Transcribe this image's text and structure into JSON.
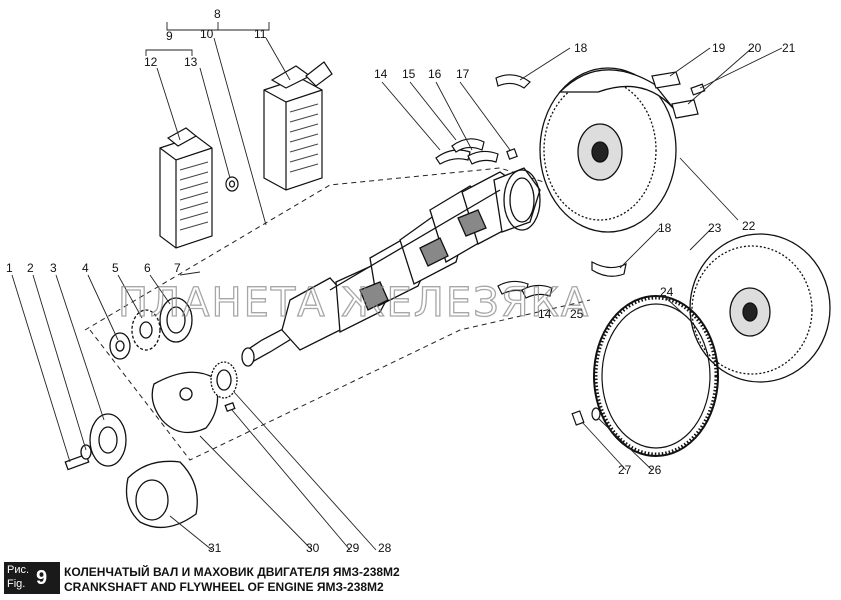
{
  "watermark": "ПЛАНЕТА ЖЕЛЕЗЯКА",
  "callouts": [
    "1",
    "2",
    "3",
    "4",
    "5",
    "6",
    "7",
    "8",
    "9",
    "10",
    "11",
    "12",
    "13",
    "14",
    "15",
    "16",
    "17",
    "18",
    "19",
    "20",
    "21",
    "18",
    "22",
    "23",
    "24",
    "14",
    "25",
    "26",
    "27",
    "28",
    "29",
    "30",
    "31"
  ],
  "caption": {
    "ris": "Рис.",
    "fig": "Fig.",
    "number": "9",
    "title_ru": "КОЛЕНЧАТЫЙ ВАЛ И МАХОВИК ДВИГАТЕЛЯ ЯМЗ-238М2",
    "title_en": "CRANKSHAFT AND FLYWHEEL OF ENGINE ЯМЗ-238М2"
  }
}
